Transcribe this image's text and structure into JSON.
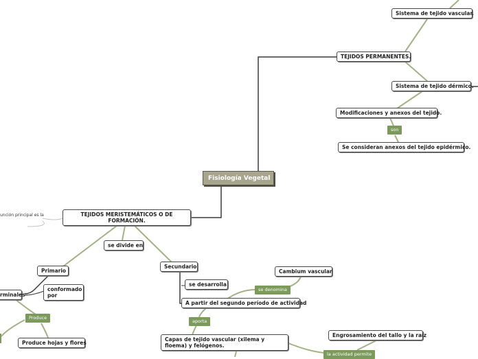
{
  "central": "Fisiología Vegetal",
  "nodes": {
    "sistema_vascular": "Sistema de tejido vascular.",
    "tejidos_permanentes": "TEJIDOS PERMANENTES.",
    "sistema_dermico": "Sistema de tejido dérmico.",
    "modificaciones": "Modificaciones y anexos del tejido.",
    "anexos": "Se consideran anexos del tejido epidérmico.",
    "meristematicos": "TEJIDOS MERISTEMÁTICOS O DE FORMACIÓN.",
    "se_divide_en": "se divide en",
    "primario": "Primario",
    "secundario": "Secundario",
    "terminales": "rminales",
    "conformado_por": "conformado por",
    "se_desarrolla": "se desarrolla",
    "segundo_periodo": "A partir del segundo período de actividad",
    "cambium": "Cambium vascular",
    "produce_hojas": "Produce hojas y flores",
    "capas": "Capas de tejido vascular (xilema y floema) y felógenos.",
    "engrosamiento": "Engrosamiento del tallo y la raíz"
  },
  "connectors": {
    "son": "son",
    "se_denomina": "se denomina",
    "aporta": "aporta",
    "produce": "Produce",
    "actividad_permite": "la actividad permite"
  },
  "side_text": "unción principal es la",
  "colors": {
    "dark_line": "#3a3a3a",
    "green_line": "#a3b184",
    "connector_bg": "#7b9a5b",
    "central_bg": "#a8a58e"
  }
}
